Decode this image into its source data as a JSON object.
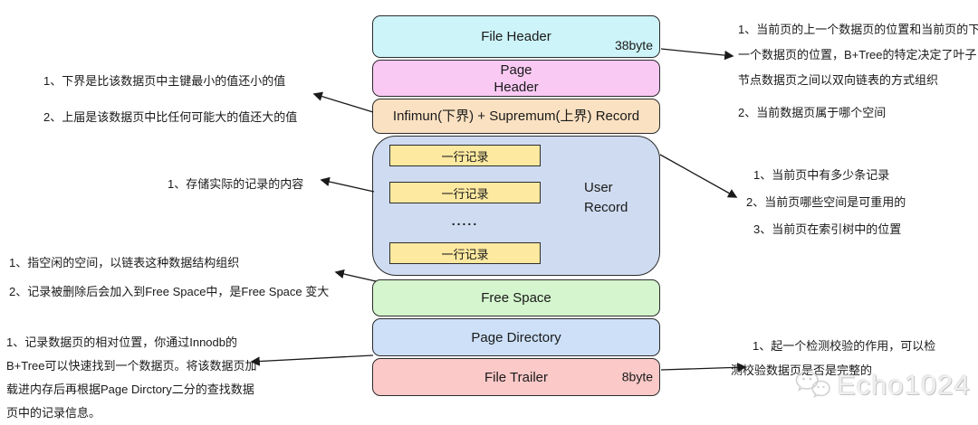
{
  "boxes": {
    "file_header": {
      "label": "File Header",
      "size": "38byte"
    },
    "page_header": {
      "line1": "Page",
      "line2": "Header"
    },
    "infimum_supremum": {
      "label": "Infimun(下界) + Supremum(上界) Record"
    },
    "user_record": {
      "line1": "User",
      "line2": "Record",
      "row_label": "一行记录",
      "ellipsis": "....."
    },
    "free_space": {
      "label": "Free Space"
    },
    "page_directory": {
      "label": "Page Directory"
    },
    "file_trailer": {
      "label": "File Trailer",
      "size": "8byte"
    }
  },
  "annotations": {
    "infimum_left": {
      "line1": "1、下界是比该数据页中主键最小的值还小的值",
      "line2": "2、上届是该数据页中比任何可能大的值还大的值"
    },
    "user_record_left": {
      "line1": "1、存储实际的记录的内容"
    },
    "free_space_left": {
      "line1": "1、指空闲的空间，以链表这种数据结构组织",
      "line2": "2、记录被删除后会加入到Free Space中，是Free Space 变大"
    },
    "page_directory_left": {
      "line1": "1、记录数据页的相对位置，你通过Innodb的",
      "line2": "B+Tree可以快速找到一个数据页。将该数据页加",
      "line3": "载进内存后再根据Page Dirctory二分的查找数据",
      "line4": "页中的记录信息。"
    },
    "file_header_right": {
      "line1": "1、当前页的上一个数据页的位置和当前页的下",
      "line2": "一个数据页的位置，B+Tree的特定决定了叶子",
      "line3": "节点数据页之间以双向链表的方式组织",
      "line4": "2、当前数据页属于哪个空间"
    },
    "user_record_right": {
      "line1": "1、当前页中有多少条记录",
      "line2": "2、当前页哪些空间是可重用的",
      "line3": "3、当前页在索引树中的位置"
    },
    "file_trailer_right": {
      "line1": "1、起一个检测校验的作用，可以检",
      "line2": "测校验数据页是否是完整的"
    }
  },
  "watermark": {
    "text": "Echo1024",
    "icon": "wechat-icon"
  },
  "colors": {
    "file_header": "#cdf4f8",
    "page_header": "#f9c9f3",
    "infimum_supremum": "#fae1c2",
    "user_record": "#cfdbf0",
    "row_record": "#fde9a0",
    "free_space": "#d4f5cd",
    "page_directory": "#cde0f8",
    "file_trailer": "#fac9c8",
    "arrow": "#1a1a1a"
  }
}
